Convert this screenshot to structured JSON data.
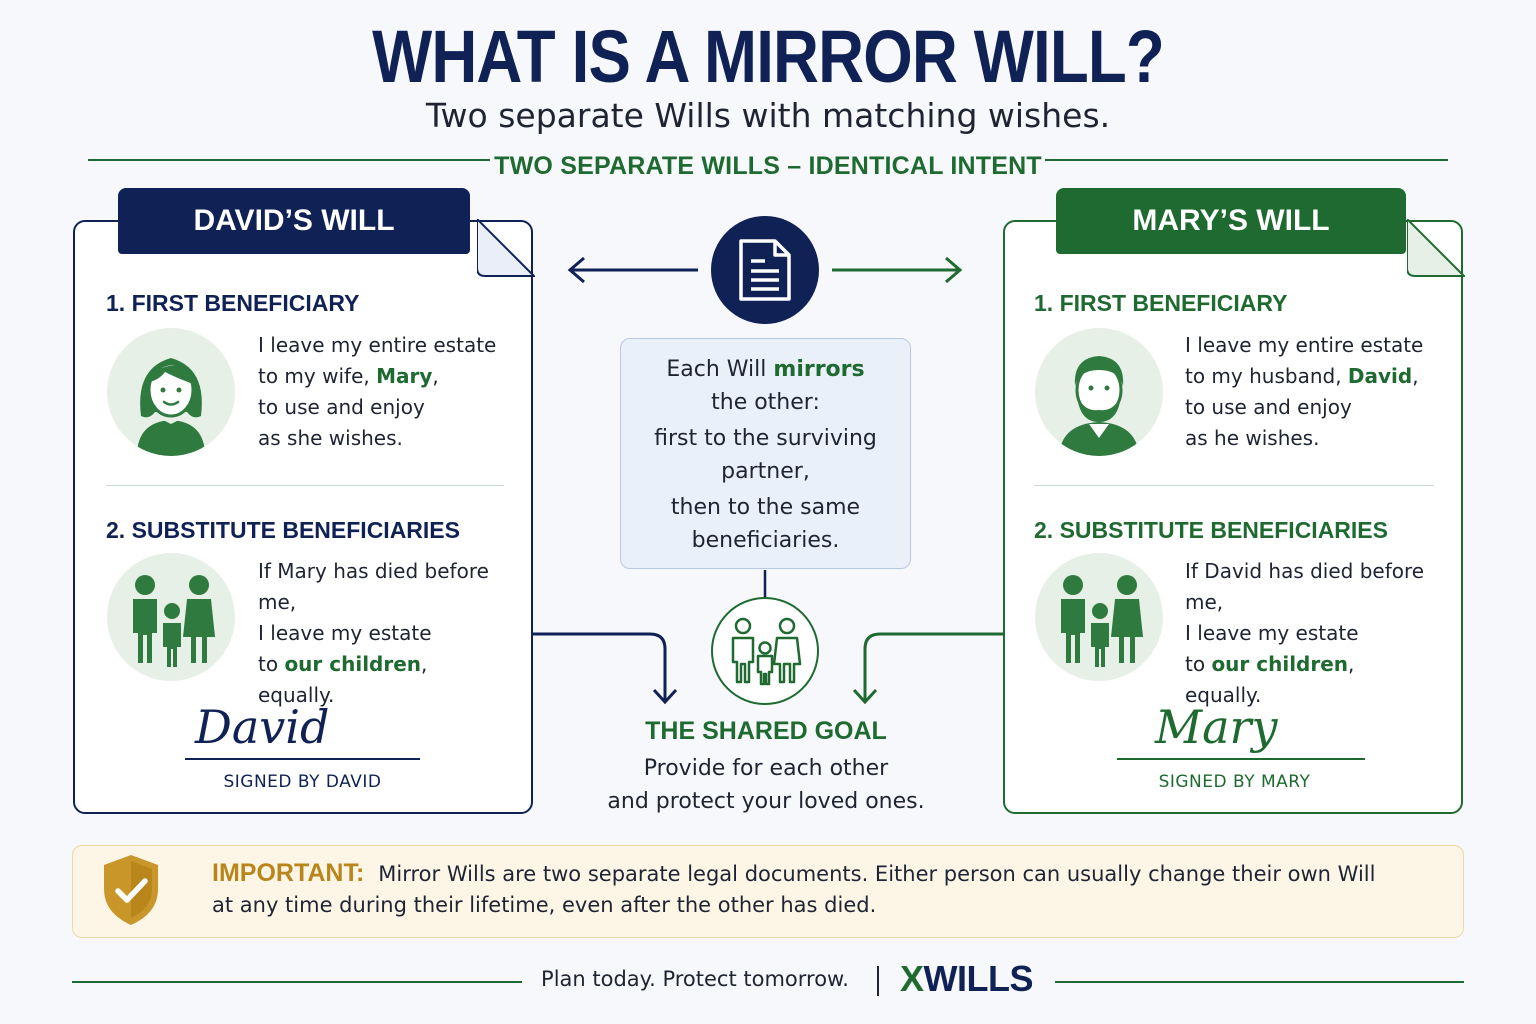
{
  "header": {
    "title": "WHAT IS A MIRROR WILL?",
    "subtitle": "Two separate Wills with matching wishes.",
    "intent": "TWO SEPARATE WILLS – IDENTICAL INTENT"
  },
  "david_will": {
    "tab_label": "DAVID’S WILL",
    "first_heading": "1. FIRST BENEFICIARY",
    "first_pre": "I leave my entire estate\nto my wife, ",
    "first_name": "Mary",
    "first_post": ",\nto use and enjoy\nas she wishes.",
    "substitute_heading": "2. SUBSTITUTE BENEFICIARIES",
    "substitute_pre": "If Mary has died before me,\nI leave my estate\nto ",
    "substitute_highlight": "our children",
    "substitute_post": ",\nequally.",
    "signature": "David",
    "signed_label": "SIGNED BY DAVID"
  },
  "mary_will": {
    "tab_label": "MARY’S WILL",
    "first_heading": "1. FIRST BENEFICIARY",
    "first_pre": "I leave my entire estate\nto my husband, ",
    "first_name": "David",
    "first_post": ",\nto use and enjoy\nas he wishes.",
    "substitute_heading": "2. SUBSTITUTE BENEFICIARIES",
    "substitute_pre": "If David has died before me,\nI leave my estate\nto ",
    "substitute_highlight": "our children",
    "substitute_post": ",\nequally.",
    "signature": "Mary",
    "signed_label": "SIGNED BY MARY"
  },
  "center": {
    "mirror_pre": "Each Will ",
    "mirror_highlight": "mirrors",
    "mirror_line2": "the other:",
    "mirror_line3": "first to the surviving",
    "mirror_line4": "partner,",
    "mirror_line5": "then to the same",
    "mirror_line6": "beneficiaries.",
    "goal_title": "THE SHARED GOAL",
    "goal_text": "Provide for each other\nand protect your loved ones."
  },
  "important": {
    "label": "IMPORTANT:",
    "text": "Mirror Wills are two separate legal documents. Either person can usually change their own Will at any time during their lifetime, even after the other has died."
  },
  "footer": {
    "tagline": "Plan today. Protect tomorrow.",
    "brand_x": "X",
    "brand_rest": "WILLS"
  },
  "icons": {
    "document": "document-icon",
    "family": "family-icon",
    "shield": "shield-check-icon",
    "woman": "woman-avatar-icon",
    "man": "man-avatar-icon"
  },
  "colors": {
    "navy": "#0f2155",
    "green": "#1e6a30",
    "gold": "#b8861b"
  }
}
